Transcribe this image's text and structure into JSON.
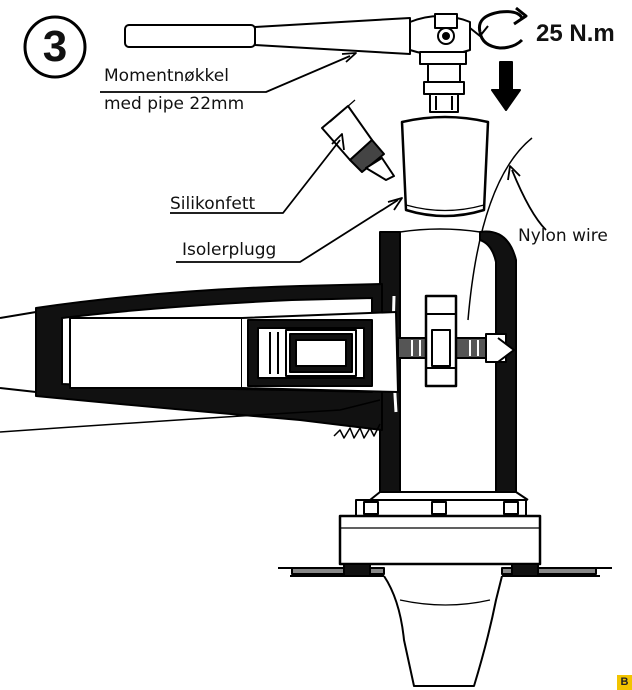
{
  "step": {
    "number": "3"
  },
  "labels": {
    "torque": "25 N.m",
    "wrench_line1": "Momentnøkkel",
    "wrench_line2": "med pipe 22mm",
    "grease": "Silikonfett",
    "plug": "Isolerplugg",
    "wire": "Nylon wire"
  },
  "icons": {
    "rotation": "rotate-arrow-icon",
    "down": "down-arrow-icon"
  },
  "corner_mark": "B"
}
